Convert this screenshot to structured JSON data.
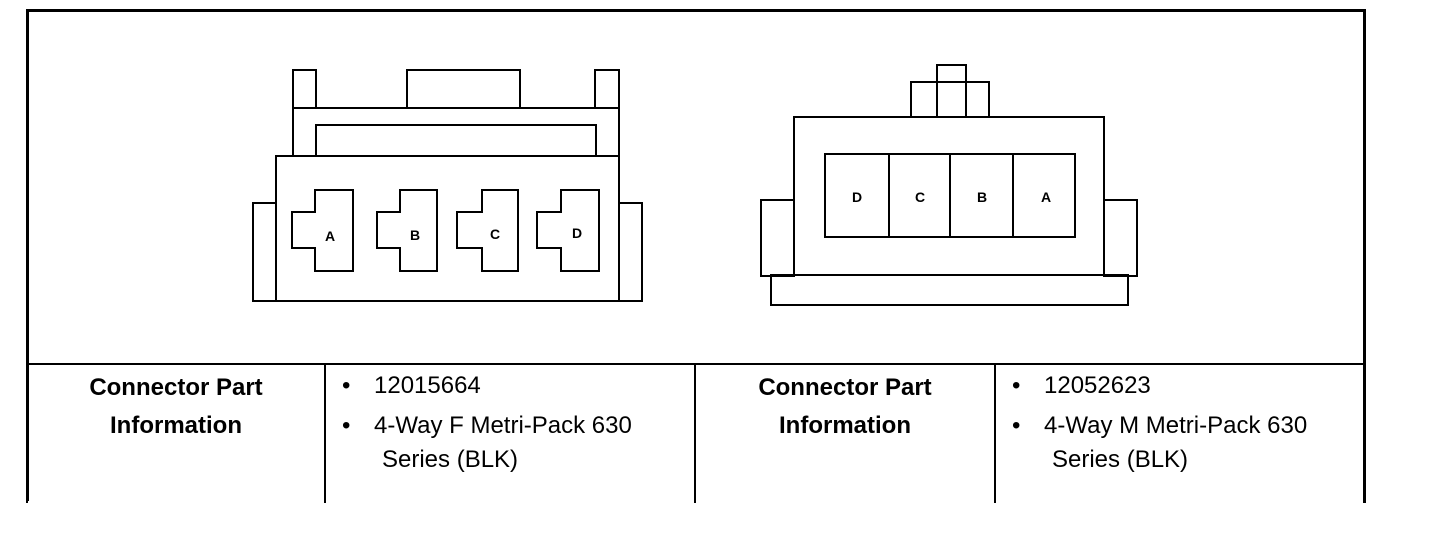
{
  "female_connector": {
    "cavities": [
      "A",
      "B",
      "C",
      "D"
    ]
  },
  "male_connector": {
    "cavities": [
      "D",
      "C",
      "B",
      "A"
    ]
  },
  "table": {
    "left": {
      "label_line1": "Connector Part",
      "label_line2": "Information",
      "item1": "12015664",
      "item2_line1": "4-Way F Metri-Pack 630",
      "item2_line2": "Series (BLK)"
    },
    "right": {
      "label_line1": "Connector Part",
      "label_line2": "Information",
      "item1": "12052623",
      "item2_line1": "4-Way M Metri-Pack 630",
      "item2_line2": "Series (BLK)"
    }
  }
}
